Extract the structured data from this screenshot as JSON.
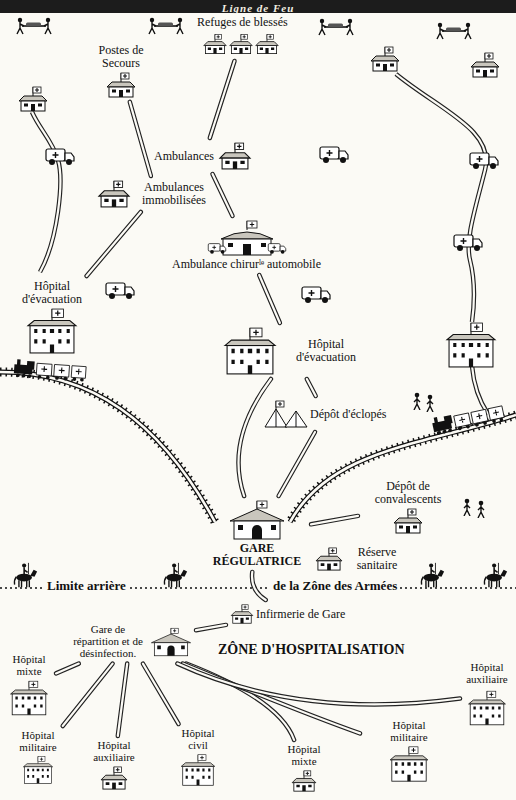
{
  "diagram": {
    "title": "Ligne de Feu",
    "nodes": [
      {
        "text": [
          "Refuges de blessés"
        ]
      },
      {
        "text": [
          "Postes de Secours"
        ]
      },
      {
        "text": [
          "Ambulances"
        ]
      },
      {
        "text": [
          "Ambulances immobilisées"
        ]
      },
      {
        "text": [
          "Ambulance chirurˡᵉ automobile"
        ]
      },
      {
        "text": [
          "Hôpital d'évacuation"
        ]
      },
      {
        "text": [
          "Hôpital d'évacuation"
        ]
      },
      {
        "text": [
          "Dépôt d'éclopés"
        ]
      },
      {
        "text": [
          "Dépôt de convalescents"
        ]
      },
      {
        "text": [
          "GARE RÉGULATRICE"
        ]
      },
      {
        "text": [
          "Réserve sanitaire"
        ]
      },
      {
        "text": [
          "Infirmerie de Gare"
        ]
      },
      {
        "text": [
          "Gare de répartition et de désinfection."
        ]
      },
      {
        "text": [
          "Hôpital mixte"
        ]
      },
      {
        "text": [
          "Hôpital militaire"
        ]
      },
      {
        "text": [
          "Hôpital auxiliaire"
        ]
      },
      {
        "text": [
          "Hôpital civil"
        ]
      },
      {
        "text": [
          "Hôpital mixte"
        ]
      },
      {
        "text": [
          "Hôpital militaire"
        ]
      },
      {
        "text": [
          "Hôpital auxiliaire"
        ]
      }
    ],
    "edges": [
      {
        "from": 0,
        "to": 2,
        "arrow": "none"
      },
      {
        "from": 1,
        "to": 3,
        "arrow": "none"
      },
      {
        "from": 2,
        "to": 4,
        "arrow": "none"
      },
      {
        "from": 3,
        "to": 5,
        "arrow": "none"
      },
      {
        "from": 4,
        "to": 6,
        "arrow": "none"
      },
      {
        "from": 6,
        "to": 7,
        "arrow": "none"
      },
      {
        "from": 6,
        "to": 9,
        "arrow": "none"
      },
      {
        "from": 7,
        "to": 9,
        "arrow": "none"
      },
      {
        "from": 8,
        "to": 9,
        "arrow": "none"
      },
      {
        "from": 9,
        "to": 11,
        "arrow": "none"
      },
      {
        "from": 11,
        "to": 12,
        "arrow": "none"
      },
      {
        "from": 12,
        "to": 13,
        "arrow": "none"
      },
      {
        "from": 12,
        "to": 14,
        "arrow": "none"
      },
      {
        "from": 12,
        "to": 15,
        "arrow": "none"
      },
      {
        "from": 12,
        "to": 16,
        "arrow": "none"
      },
      {
        "from": 12,
        "to": 17,
        "arrow": "none"
      },
      {
        "from": 12,
        "to": 18,
        "arrow": "none"
      },
      {
        "from": 12,
        "to": 19,
        "arrow": "none"
      }
    ],
    "labels": [
      "Limite arrière",
      "de la Zône des Armées",
      "ZÔNE D'HOSPITALISATION"
    ]
  }
}
